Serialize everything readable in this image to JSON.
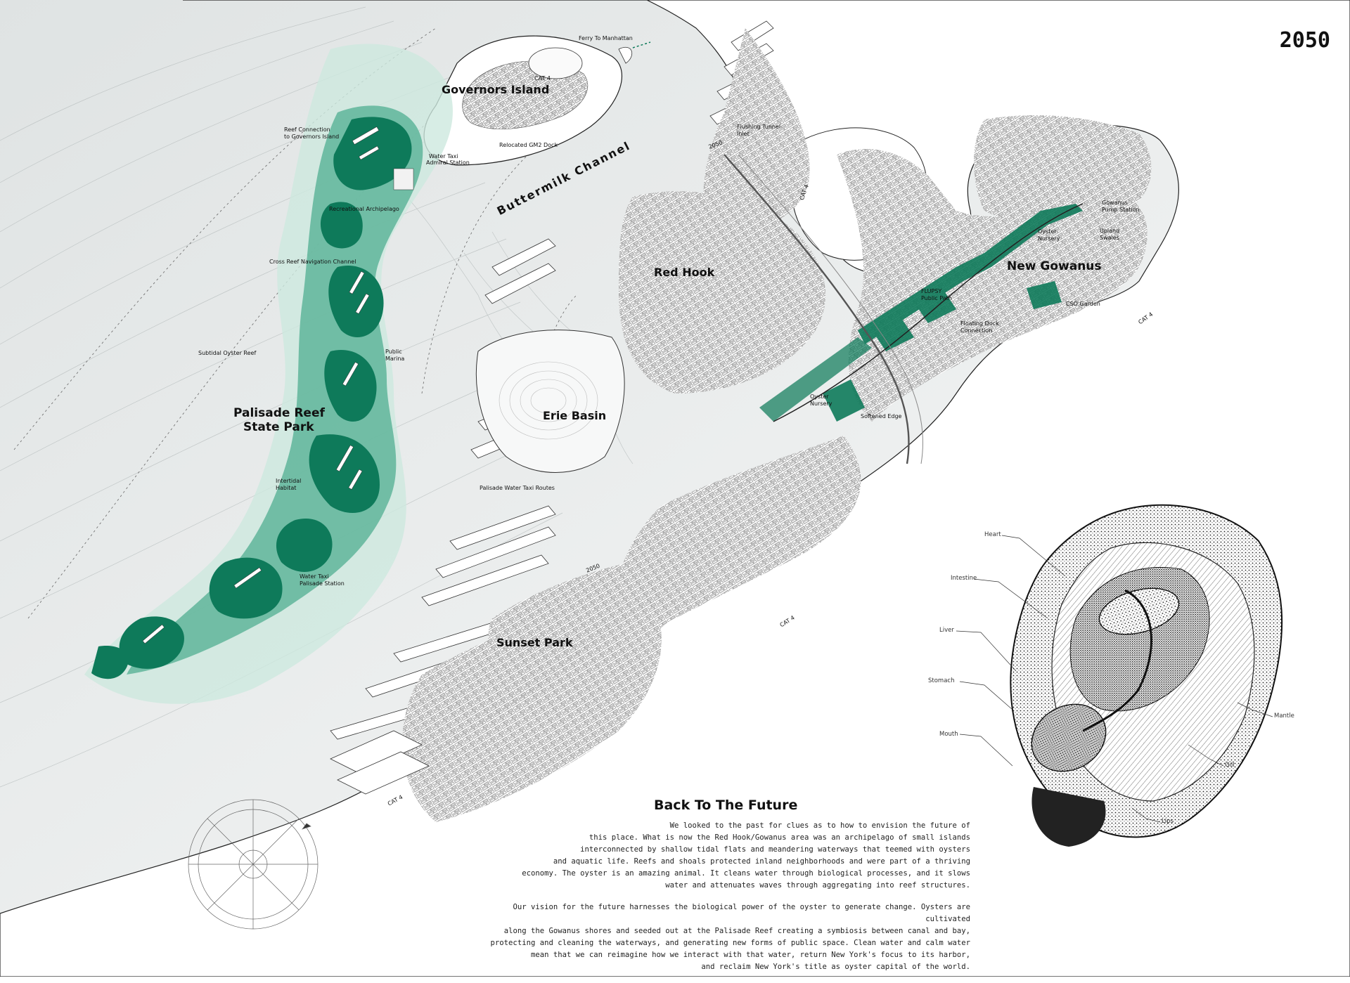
{
  "year": "2050",
  "places": {
    "governors_island": "Governors Island",
    "red_hook": "Red Hook",
    "new_gowanus": "New Gowanus",
    "erie_basin": "Erie Basin",
    "palisade_reef": "Palisade Reef",
    "state_park": "State Park",
    "sunset_park": "Sunset Park",
    "buttermilk_channel": "Buttermilk Channel"
  },
  "annotations": {
    "ferry": "Ferry To Manhattan",
    "reef_connection_1": "Reef Connection",
    "reef_connection_2": "to Governors Island",
    "relocated_dock": "Relocated GM2 Dock",
    "water_taxi_admiral_1": "Water Taxi",
    "water_taxi_admiral_2": "Admiral Station",
    "recreational_archipelago": "Recreational Archipelago",
    "cross_reef": "Cross Reef Navigation Channel",
    "subtidal_reef": "Subtidal Oyster Reef",
    "public_marina_1": "Public",
    "public_marina_2": "Marina",
    "intertidal_1": "Intertidal",
    "intertidal_2": "Habitat",
    "water_taxi_palisade_1": "Water Taxi",
    "water_taxi_palisade_2": "Palisade Station",
    "palisade_routes": "Palisade Water Taxi Routes",
    "flushing_1": "Flushing Tunnel",
    "flushing_2": "Inlet",
    "gowanus_pump_1": "Gowanus",
    "gowanus_pump_2": "Pump Station",
    "oyster_nursery_top_1": "Oyster",
    "oyster_nursery_top_2": "Nursery",
    "upland_1": "Upland",
    "upland_2": "Swales",
    "flupsy_1": "FLUPSY",
    "flupsy_2": "Public Path",
    "cso_garden": "CSO Garden",
    "floating_dock_1": "Floating Dock",
    "floating_dock_2": "Connection",
    "oyster_nursery_low_1": "Oyster",
    "oyster_nursery_low_2": "Nursery",
    "softened_edge": "Softened Edge",
    "year_label_a": "2050",
    "year_label_b": "2050",
    "cat4": "CAT 4"
  },
  "oyster": {
    "heart": "Heart",
    "intestine": "Intestine",
    "liver": "Liver",
    "stomach": "Stomach",
    "mouth": "Mouth",
    "mantle": "Mantle",
    "gill": "Gill",
    "lips": "Lips"
  },
  "text": {
    "title": "Back To The Future",
    "p1": [
      "We looked to the past for clues as to how to envision the future of",
      "this place. What is now the Red Hook/Gowanus area was an archipelago of small islands",
      "interconnected by shallow tidal flats and meandering waterways that teemed with oysters",
      "and aquatic life. Reefs and shoals protected inland neighborhoods and were part of a thriving",
      "economy. The oyster is an amazing animal. It cleans water through biological processes, and it slows",
      "water and attenuates waves through aggregating into reef structures."
    ],
    "p2": [
      "Our vision for the future harnesses the biological power of the oyster to generate change. Oysters are cultivated",
      "along the Gowanus shores and seeded out at the Palisade Reef creating a symbiosis between canal and bay,",
      "protecting and cleaning the waterways, and generating new forms of public space. Clean water and calm water",
      "mean that we can reimagine how we interact with that water, return New York's focus to its harbor,",
      "and reclaim New York's title as oyster capital of the world."
    ]
  },
  "colors": {
    "reef_dark": "#0e7a5a",
    "reef_mid": "#5fb59a",
    "reef_light": "#cde8de",
    "water": "#e9ecec",
    "land": "#ffffff",
    "ink": "#111111"
  }
}
